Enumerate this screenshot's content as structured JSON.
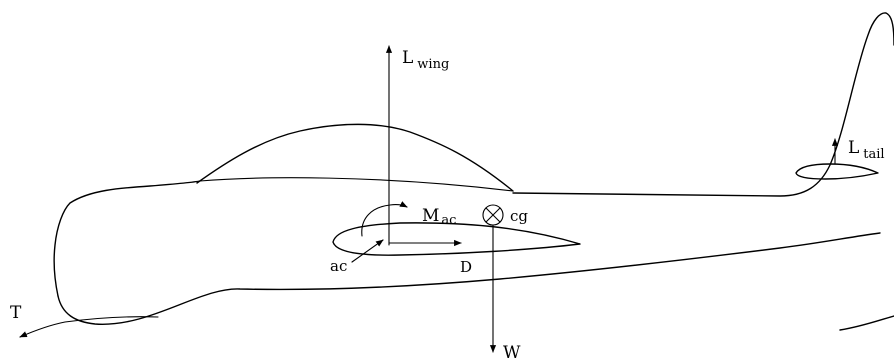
{
  "labels": {
    "lift_wing": "L",
    "lift_wing_sub": "wing",
    "lift_tail": "L",
    "lift_tail_sub": "tail",
    "moment": "M",
    "moment_sub": "ac",
    "cg": "cg",
    "ac": "ac",
    "drag": "D",
    "thrust": "T",
    "weight": "W"
  },
  "colors": {
    "line": "#000000",
    "background": "#ffffff"
  }
}
